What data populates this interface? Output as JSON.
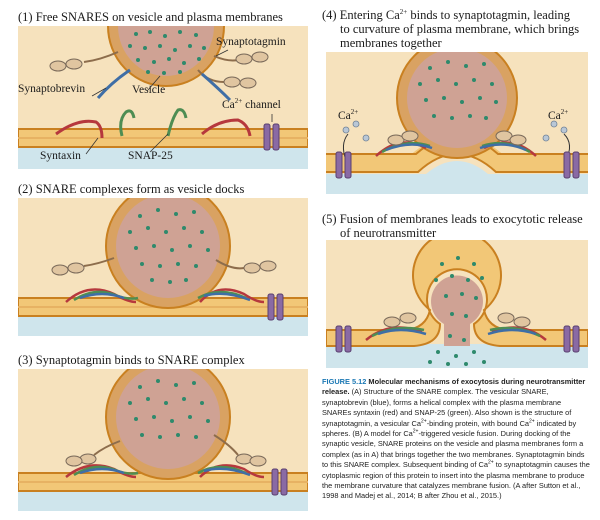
{
  "panels": [
    {
      "id": "1",
      "title": "(1)  Free SNARES on vesicle and plasma membranes"
    },
    {
      "id": "2",
      "title": "(2)  SNARE complexes form as vesicle docks"
    },
    {
      "id": "3",
      "title": "(3)  Synaptotagmin binds to SNARE complex"
    },
    {
      "id": "4",
      "title_pre": "(4)  Entering Ca",
      "title_sup": "2+",
      "title_post": " binds to synaptotagmin, leading",
      "title_line2": "to curvature of plasma membrane, which brings",
      "title_line3": "membranes together"
    },
    {
      "id": "5",
      "title_line1": "(5)  Fusion of membranes leads to exocytotic release",
      "title_line2": "of neurotransmitter"
    }
  ],
  "labels": {
    "synaptotagmin": "Synaptotagmin",
    "synaptobrevin": "Synaptobrevin",
    "vesicle": "Vesicle",
    "ca_channel_pre": "Ca",
    "ca_channel_sup": "2+",
    "ca_channel_post": " channel",
    "syntaxin": "Syntaxin",
    "snap25": "SNAP-25",
    "ca_left": "Ca",
    "ca_right": "Ca",
    "ca_sup": "2+"
  },
  "caption": {
    "figure_number": "FIGURE 5.12",
    "title": "Molecular mechanisms of exocytosis during neurotransmitter release.",
    "text_a": "(A) Structure of the SNARE complex. The vesicular SNARE, synaptobrevin (blue), forms a helical complex with the plasma membrane SNAREs syntaxin (red) and SNAP-25 (green). Also shown is the structure of synaptotagmin, a vesicular Ca",
    "text_b": "-binding protein, with bound Ca",
    "text_c": " indicated by spheres. (B) A model for Ca",
    "text_d": "-triggered vesicle fusion. During docking of the synaptic vesicle, SNARE proteins on the vesicle and plasma membranes form a complex (as in A) that brings together the two membranes. Synaptotagmin binds to this SNARE complex. Subsequent binding of Ca",
    "text_e": " to synaptotagmin causes the cytoplasmic region of this protein to insert into the plasma membrane to produce the membrane curvature that catalyzes membrane fusion. (A after Sutton et al., 1998 and Madej et al., 2014; B after Zhou et al., 2015.)",
    "sup": "2+"
  },
  "colors": {
    "background": "#f6e2bd",
    "membrane": "#d7902a",
    "vesicle_fill": "#cfa294",
    "vesicle_dot": "#2e8a6c",
    "cleft": "#cfe5ec",
    "syntaxin": "#b6383d",
    "synaptobrevin": "#3f6ea6",
    "snap25": "#4e8d53",
    "synaptotagmin": "#e0c5a0",
    "ca_channel": "#8a6aa4"
  }
}
